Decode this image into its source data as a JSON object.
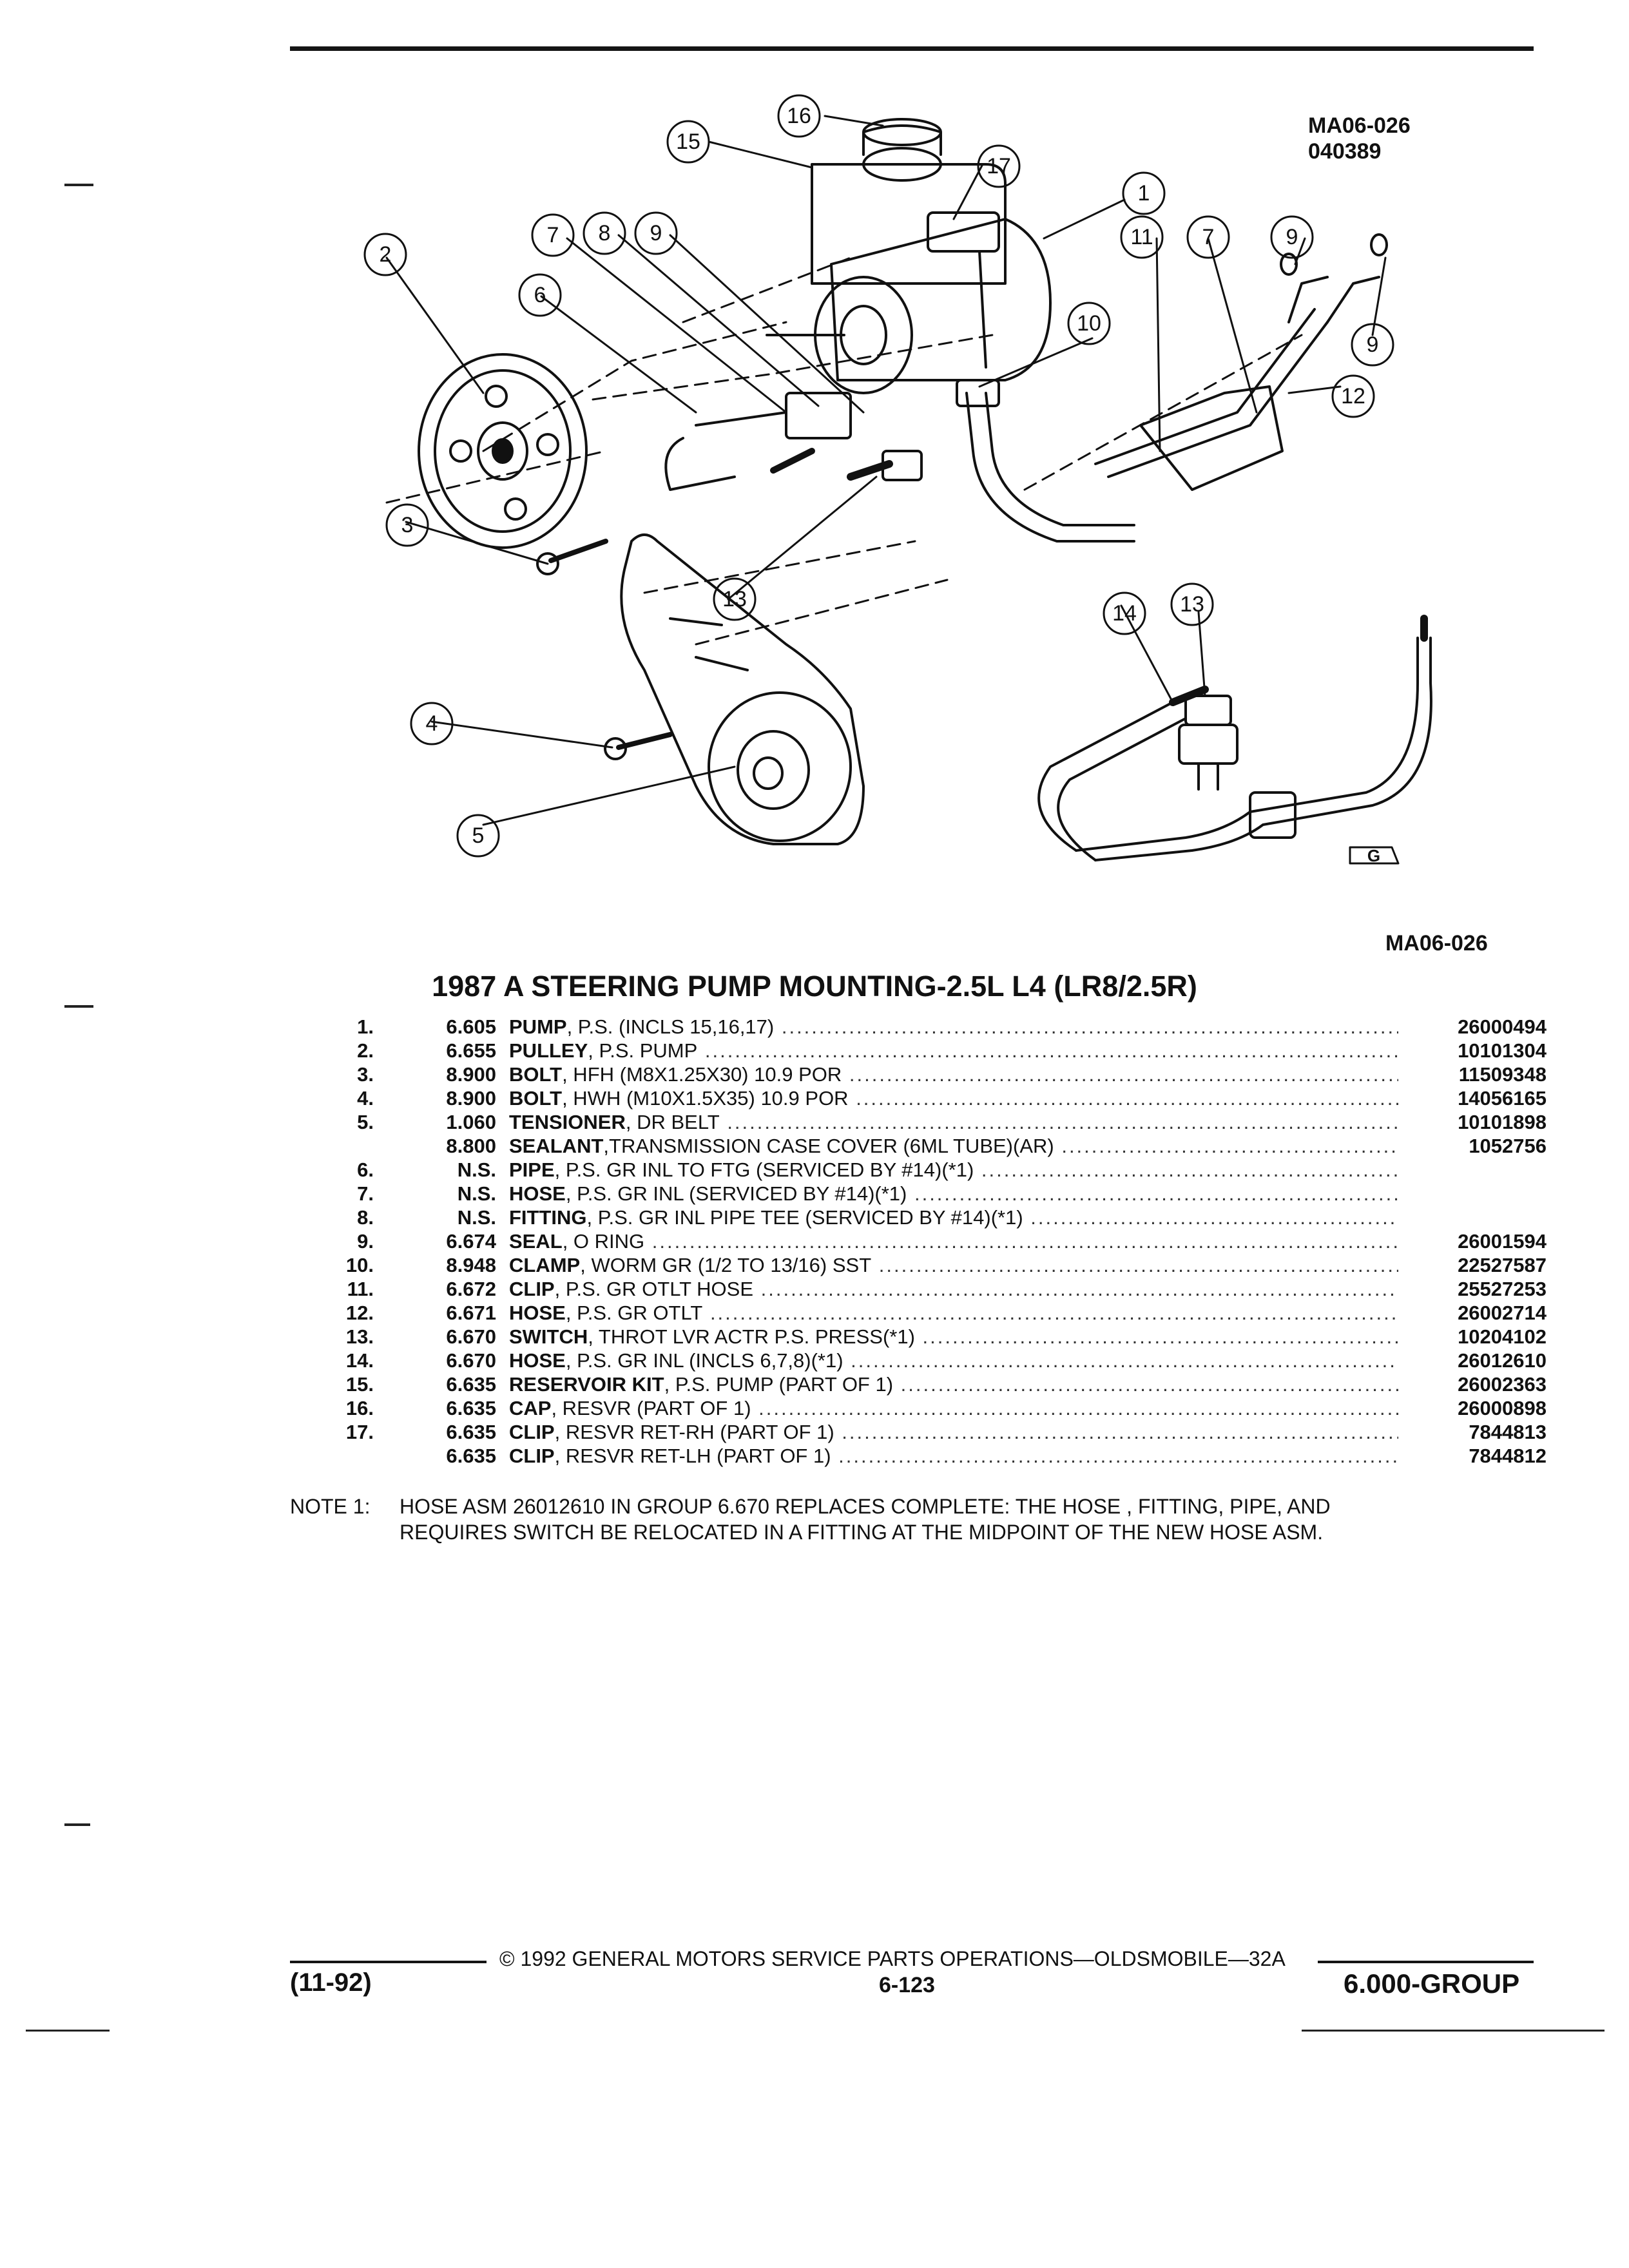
{
  "diagram": {
    "id_lines": [
      "MA06-026",
      "040389"
    ],
    "code": "MA06-026",
    "callouts": [
      "16",
      "15",
      "17",
      "1",
      "2",
      "7",
      "8",
      "9",
      "6",
      "10",
      "11",
      "7",
      "9",
      "9",
      "12",
      "3",
      "13",
      "14",
      "13",
      "4",
      "5"
    ],
    "logo_text": "G"
  },
  "title": "1987 A STEERING PUMP MOUNTING-2.5L L4 (LR8/2.5R)",
  "parts": [
    {
      "num": "1.",
      "group": "6.605",
      "name": "PUMP",
      "desc": ", P.S. (INCLS 15,16,17)",
      "part": "26000494"
    },
    {
      "num": "2.",
      "group": "6.655",
      "name": "PULLEY",
      "desc": ", P.S. PUMP",
      "part": "10101304"
    },
    {
      "num": "3.",
      "group": "8.900",
      "name": "BOLT",
      "desc": ", HFH (M8X1.25X30) 10.9 POR",
      "part": "11509348"
    },
    {
      "num": "4.",
      "group": "8.900",
      "name": "BOLT",
      "desc": ", HWH (M10X1.5X35) 10.9 POR",
      "part": "14056165"
    },
    {
      "num": "5.",
      "group": "1.060",
      "name": "TENSIONER",
      "desc": ", DR BELT",
      "part": "10101898"
    },
    {
      "num": "",
      "group": "8.800",
      "name": "SEALANT",
      "desc": ",TRANSMISSION CASE COVER (6ML TUBE)(AR)",
      "part": "1052756"
    },
    {
      "num": "6.",
      "group": "N.S.",
      "name": "PIPE",
      "desc": ", P.S. GR INL TO FTG (SERVICED BY #14)(*1)",
      "part": ""
    },
    {
      "num": "7.",
      "group": "N.S.",
      "name": "HOSE",
      "desc": ", P.S. GR INL (SERVICED BY #14)(*1)",
      "part": ""
    },
    {
      "num": "8.",
      "group": "N.S.",
      "name": "FITTING",
      "desc": ", P.S. GR INL PIPE TEE (SERVICED BY #14)(*1)",
      "part": ""
    },
    {
      "num": "9.",
      "group": "6.674",
      "name": "SEAL",
      "desc": ", O RING",
      "part": "26001594"
    },
    {
      "num": "10.",
      "group": "8.948",
      "name": "CLAMP",
      "desc": ", WORM GR (1/2 TO 13/16) SST",
      "part": "22527587"
    },
    {
      "num": "11.",
      "group": "6.672",
      "name": "CLIP",
      "desc": ", P.S. GR OTLT HOSE",
      "part": "25527253"
    },
    {
      "num": "12.",
      "group": "6.671",
      "name": "HOSE",
      "desc": ", P.S. GR OTLT",
      "part": "26002714"
    },
    {
      "num": "13.",
      "group": "6.670",
      "name": "SWITCH",
      "desc": ", THROT LVR ACTR P.S. PRESS(*1)",
      "part": "10204102"
    },
    {
      "num": "14.",
      "group": "6.670",
      "name": "HOSE",
      "desc": ", P.S. GR INL (INCLS 6,7,8)(*1)",
      "part": "26012610"
    },
    {
      "num": "15.",
      "group": "6.635",
      "name": "RESERVOIR KIT",
      "desc": ", P.S. PUMP (PART OF 1)",
      "part": "26002363"
    },
    {
      "num": "16.",
      "group": "6.635",
      "name": "CAP",
      "desc": ", RESVR (PART OF 1)",
      "part": "26000898"
    },
    {
      "num": "17.",
      "group": "6.635",
      "name": "CLIP",
      "desc": ", RESVR RET-RH (PART OF 1)",
      "part": "7844813"
    },
    {
      "num": "",
      "group": "6.635",
      "name": "CLIP",
      "desc": ", RESVR RET-LH (PART OF 1)",
      "part": "7844812"
    }
  ],
  "note": {
    "label": "NOTE 1:",
    "line1": "HOSE ASM 26012610 IN GROUP 6.670 REPLACES COMPLETE: THE HOSE , FITTING, PIPE, AND",
    "line2": "REQUIRES SWITCH BE RELOCATED IN A FITTING AT THE MIDPOINT OF THE NEW HOSE ASM."
  },
  "footer": {
    "copyright": "© 1992 GENERAL MOTORS SERVICE PARTS OPERATIONS—OLDSMOBILE—32A",
    "date": "(11-92)",
    "page": "6-123",
    "group": "6.000-GROUP"
  }
}
